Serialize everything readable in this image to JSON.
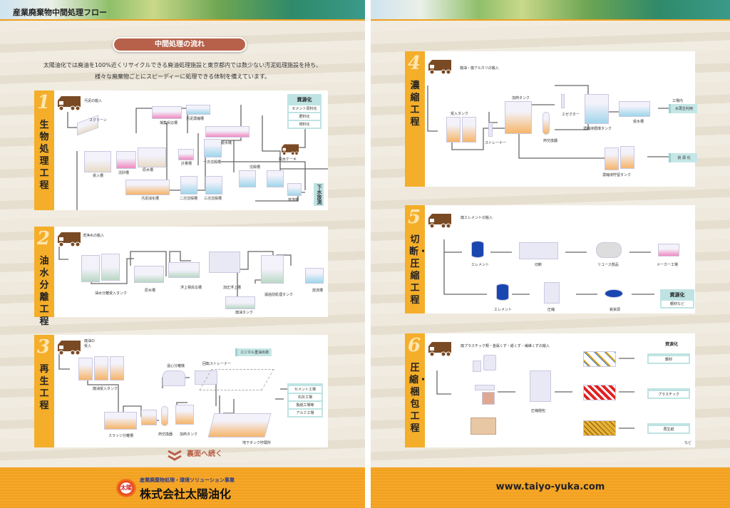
{
  "left_page": {
    "header_title": "産業廃棄物中間処理フロー",
    "section_heading": "中間処理の流れ",
    "intro_lines": [
      "太陽油化では廃油を100%近くリサイクルできる廃油処理施設と東京都内では数少ない汚泥処理施設を持ち、",
      "様々な廃棄物ごとにスピーディーに処理できる体制を備えています。"
    ],
    "process1": {
      "number": "1",
      "title": "生物処理工程",
      "labels": {
        "intake": "汚泥の搬入",
        "screen": "スクリーン",
        "receiving_tank": "受入槽",
        "settling": "沈砂槽",
        "raw_water": "原水槽",
        "digestion": "汚泥消化槽",
        "coagulation": "凝集反応槽",
        "thickening": "汚泥濃縮槽",
        "dewatering": "脱水機",
        "metering": "計量槽",
        "primary": "一次沈殿槽",
        "secondary": "二次沈殿槽",
        "tertiary": "三次沈殿槽",
        "sedimentation": "沈殿槽",
        "discharge": "放流槽",
        "cake": "脱水ケーキ",
        "sewer": "下水放流"
      },
      "resource": {
        "title": "資源化",
        "items": [
          "セメント原料化",
          "肥料化",
          "燃料化"
        ]
      }
    },
    "process2": {
      "number": "2",
      "title": "油水分離工程",
      "labels": {
        "intake": "洗浄水の搬入",
        "separation_tank": "油水分離受入タンク",
        "raw_water": "原水槽",
        "flotation_reaction": "浮上相反応槽",
        "pressure_flotation": "加圧浮上槽",
        "filter_tank": "濾過前処理タンク",
        "discharge": "放流槽",
        "waste_oil_tank": "廃油タンク"
      }
    },
    "process3": {
      "number": "3",
      "title": "再生工程",
      "labels": {
        "intake": "廃油の受入",
        "receiving_tank": "廃油受入タンク",
        "sludge": "スラッジ分離槽",
        "heat_exchanger": "熱交換器",
        "heating_tank": "加熱タンク",
        "centrifuge": "遠心分離機",
        "strainer": "回転ストレーナー",
        "shipping": "エジカル重油出荷",
        "underground": "地下タンク貯蔵所"
      },
      "destinations": [
        "セメント工場",
        "石灰工場",
        "製紙工場等",
        "アルミ工場"
      ]
    },
    "continue": "裏面へ続く",
    "footer": {
      "tagline": "産業廃棄物処理・環境ソリューション事業",
      "company": "株式会社太陽油化",
      "logo_text": "太陽"
    }
  },
  "right_page": {
    "process4": {
      "number": "4",
      "title": "濃縮工程",
      "labels": {
        "intake": "廃油・廃アルカリの搬入",
        "receiving_tank": "受入タンク",
        "heating_tank": "加熱タンク",
        "strainer": "ストレーナー",
        "ejector": "エゼクター",
        "heat_exchanger": "熱交換器",
        "circulation": "濃縮液循環タンク",
        "water_tank": "受水槽",
        "in_plant": "工場内",
        "storage": "濃縮液貯留タンク"
      },
      "outputs": {
        "reuse": "水再生利用",
        "resource": "資 源 化"
      }
    },
    "process5": {
      "number": "5",
      "title": "切断・圧縮工程",
      "labels": {
        "intake": "廃エレメントの搬入",
        "element_a": "エレメント",
        "cutting": "切断",
        "reuse_parts": "リユース部品",
        "maker": "メーカー工場",
        "element_b": "エレメント",
        "compression": "圧縮",
        "iron": "鉄資源"
      },
      "resource": {
        "title": "資源化",
        "item": "鋼材など"
      }
    },
    "process6": {
      "number": "6",
      "title": "圧縮・梱包工程",
      "labels": {
        "intake": "廃プラスチック類・金属くず・紙くず・繊維くずの搬入",
        "baler": "圧縮梱包",
        "resource_heading": "資源化",
        "etc": "など"
      },
      "outputs": [
        "鋼材",
        "プラスチック",
        "再生紙"
      ]
    },
    "url": "www.taiyo-yuka.com"
  },
  "colors": {
    "accent_orange": "#f5ae2a",
    "brown": "#7a4a24",
    "pill": "#b8614a",
    "resource_teal": "#bfe3e3"
  }
}
